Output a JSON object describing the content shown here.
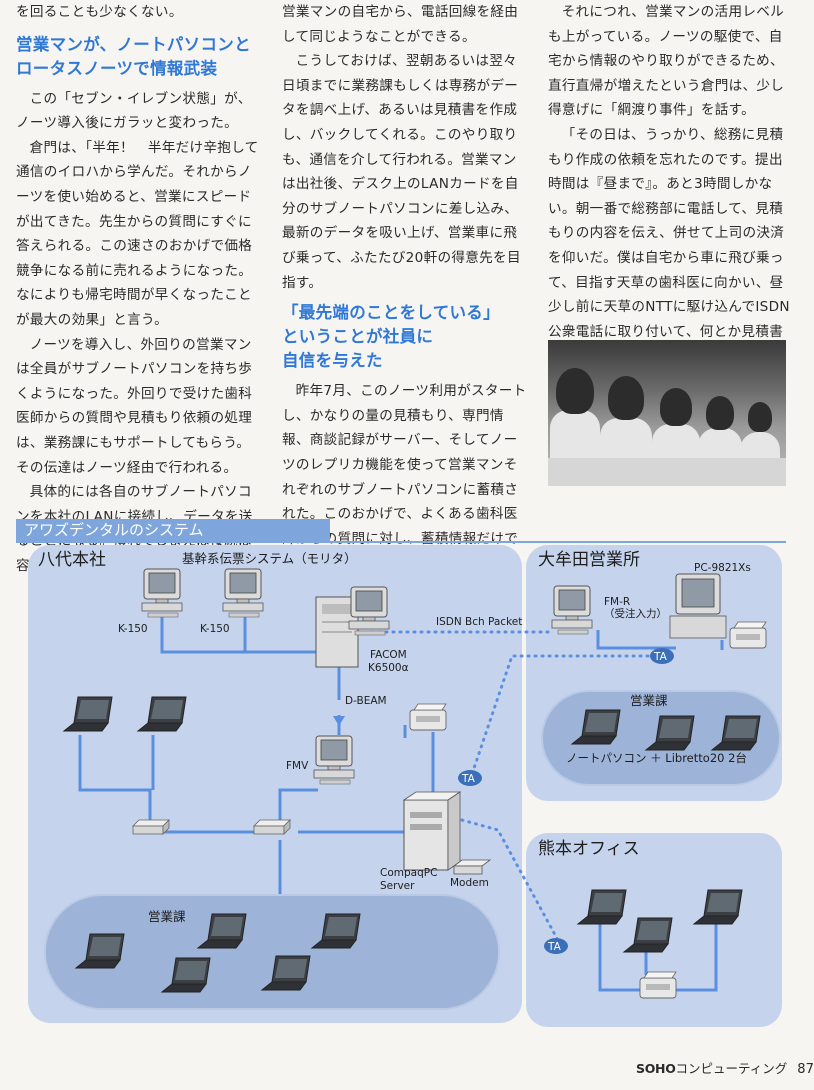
{
  "col1": {
    "p0": "を回ることも少なくない。",
    "heading": [
      "営業マンが、ノートパソコンと",
      "ロータスノーツで情報武装"
    ],
    "p1": "この「セブン・イレブン状態」が、ノーツ導入後にガラッと変わった。",
    "p2": "倉門は、「半年！　半年だけ辛抱して通信のイロハから学んだ。それからノーツを使い始めると、営業にスピードが出てきた。先生からの質問にすぐに答えられる。この速さのおかげで価格競争になる前に売れるようになった。なによりも帰宅時間が早くなったことが最大の効果」と言う。",
    "p3": "ノーツを導入し、外回りの営業マンは全員がサブノートパソコンを持ち歩くようになった。外回りで受けた歯科医師からの質問や見積もり依頼の処理は、業務課にもサポートしてもらう。その伝達はノーツ経由で行われる。",
    "p4": "具体的には各自のサブノートパソコンを本社のLANに接続し、データを送ることになる。慣れてしまえば接続は容易で、"
  },
  "col2": {
    "p0": "営業マンの自宅から、電話回線を経由して同じようなことができる。",
    "p1": "こうしておけば、翌朝あるいは翌々日頃までに業務課もしくは専務がデータを調べ上げ、あるいは見積書を作成し、バックしてくれる。このやり取りも、通信を介して行われる。営業マンは出社後、デスク上のLANカードを自分のサブノートパソコンに差し込み、最新のデータを吸い上げ、営業車に飛び乗って、ふたたび20軒の得意先を目指す。",
    "heading": [
      "「最先端のことをしている」",
      "ということが社員に",
      "自信を与えた"
    ],
    "p2": "昨年7月、このノーツ利用がスタートし、かなりの量の見積もり、専門情報、商談記録がサーバー、そしてノーツのレプリカ機能を使って営業マンそれぞれのサブノートパソコンに蓄積された。このおかげで、よくある歯科医師からの質問に対し、蓄積情報だけで対応できることも多くなってきた。"
  },
  "col3": {
    "p0": "それにつれ、営業マンの活用レベルも上がっている。ノーツの駆使で、自宅から情報のやり取りができるため、直行直帰が増えたという倉門は、少し得意げに「綱渡り事件」を話す。",
    "p1": "「その日は、うっかり、総務に見積もり作成の依頼を忘れたのです。提出時間は『昼まで』。あと3時間しかない。朝一番で総務部に電話して、見積もりの内容を伝え、併せて上司の決済を仰いだ。僕は自宅から車に飛び乗って、目指す天草の歯科医に向かい、昼少し前に天草のNTTに駆け込んでISDN公衆電話に取り付いて、何とか見積書のデータを受け取ることができたのです。NTTの人も寄ってき"
  },
  "diagram": {
    "title": "アワズデンタルのシステム",
    "yatsushiro": "八代本社",
    "kikan": "基幹系伝票システム（モリタ）",
    "k150a": "K-150",
    "k150b": "K-150",
    "facom1": "FACOM",
    "facom2": "K6500α",
    "dbeam": "D-BEAM",
    "fmv": "FMV",
    "compaq1": "CompaqPC",
    "compaq2": "Server",
    "modem": "Modem",
    "ta": "TA",
    "isdn": "ISDN Bch Packet",
    "eigyo": "営業課",
    "omuta": "大牟田営業所",
    "pc9821": "PC-9821Xs",
    "fmr1": "FM-R",
    "fmr2": "（受注入力）",
    "eigyo2": "営業課",
    "notepc": "ノートパソコン ＋ Libretto20 2台",
    "kumamoto": "熊本オフィス"
  },
  "footer": {
    "brand": "SOHO",
    "mag": "コンピューティング",
    "page": "87"
  },
  "colors": {
    "heading": "#2f78d6",
    "panel": "#c5d4ec",
    "line": "#5a8fe0",
    "bar": "#7ea6dc"
  }
}
